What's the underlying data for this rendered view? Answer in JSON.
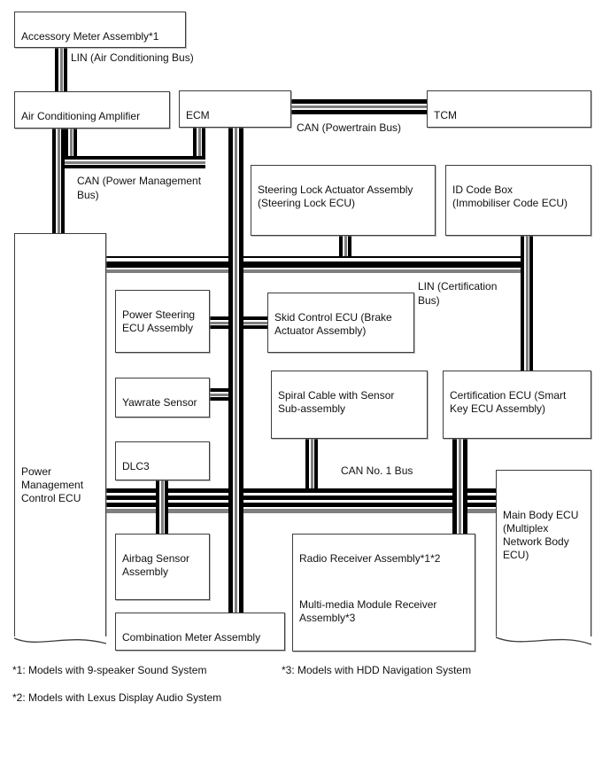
{
  "boxes": {
    "accessory_meter": "Accessory Meter Assembly*1",
    "ac_amplifier": "Air Conditioning Amplifier",
    "ecm": "ECM",
    "tcm": "TCM",
    "steering_lock": "Steering Lock Actuator Assembly\n(Steering Lock ECU)",
    "id_code_box": "ID Code Box\n(Immobiliser Code ECU)",
    "pmc_ecu": "Power\nManagement\nControl ECU",
    "power_steering": "Power Steering\nECU Assembly",
    "skid_control": "Skid Control ECU (Brake\nActuator Assembly)",
    "yawrate": "Yawrate Sensor",
    "spiral_cable": "Spiral Cable with Sensor\nSub-assembly",
    "certification_ecu": "Certification ECU (Smart\nKey ECU Assembly)",
    "dlc3": "DLC3",
    "airbag": "Airbag Sensor\nAssembly",
    "combination_meter": "Combination Meter Assembly",
    "radio_line1": "Radio Receiver Assembly*1*2",
    "radio_line2": "Multi-media Module Receiver\nAssembly*3",
    "main_body": "Main Body ECU\n(Multiplex\nNetwork Body\nECU)"
  },
  "bus_labels": {
    "lin_ac": "LIN (Air Conditioning Bus)",
    "can_powertrain": "CAN (Powertrain Bus)",
    "can_power_management": "CAN (Power Management\nBus)",
    "lin_certification": "LIN (Certification\nBus)",
    "can_no1": "CAN No. 1 Bus"
  },
  "footnotes": {
    "fn1": "*1: Models with 9-speaker Sound System",
    "fn2": "*2: Models with Lexus Display Audio System",
    "fn3": "*3: Models with HDD Navigation System"
  },
  "colors": {
    "line_black": "#000000",
    "line_gray": "#7f7f7f",
    "box_border": "#3d3d3d",
    "background": "#ffffff",
    "text": "#111111"
  }
}
